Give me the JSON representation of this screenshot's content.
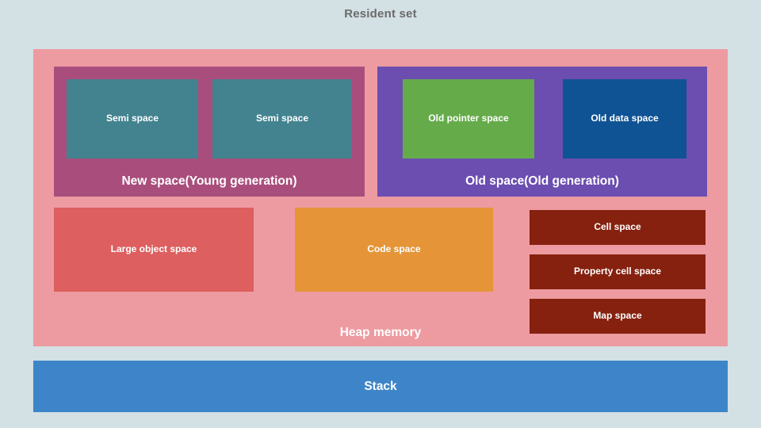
{
  "diagram": {
    "title": "Resident set",
    "title_color": "#6b6b6b",
    "background_color": "#d3e0e4"
  },
  "heap": {
    "label": "Heap memory",
    "color": "#ed9ba1",
    "generations": [
      {
        "label": "New space(Young generation)",
        "color": "#a94e7c",
        "children": [
          {
            "label": "Semi space",
            "color": "#42838f"
          },
          {
            "label": "Semi space",
            "color": "#42838f"
          }
        ]
      },
      {
        "label": "Old space(Old generation)",
        "color": "#6b4eb0",
        "children": [
          {
            "label": "Old pointer space",
            "color": "#66ab4a"
          },
          {
            "label": "Old data space",
            "color": "#0f5394"
          }
        ]
      }
    ],
    "mid_row": [
      {
        "label": "Large object space",
        "color": "#dd5f5f"
      },
      {
        "label": "Code space",
        "color": "#e59538"
      }
    ],
    "side_column": [
      {
        "label": "Cell space",
        "color": "#86210f"
      },
      {
        "label": "Property cell space",
        "color": "#86210f"
      },
      {
        "label": "Map space",
        "color": "#86210f"
      }
    ]
  },
  "stack": {
    "label": "Stack",
    "color": "#3d85c8"
  }
}
